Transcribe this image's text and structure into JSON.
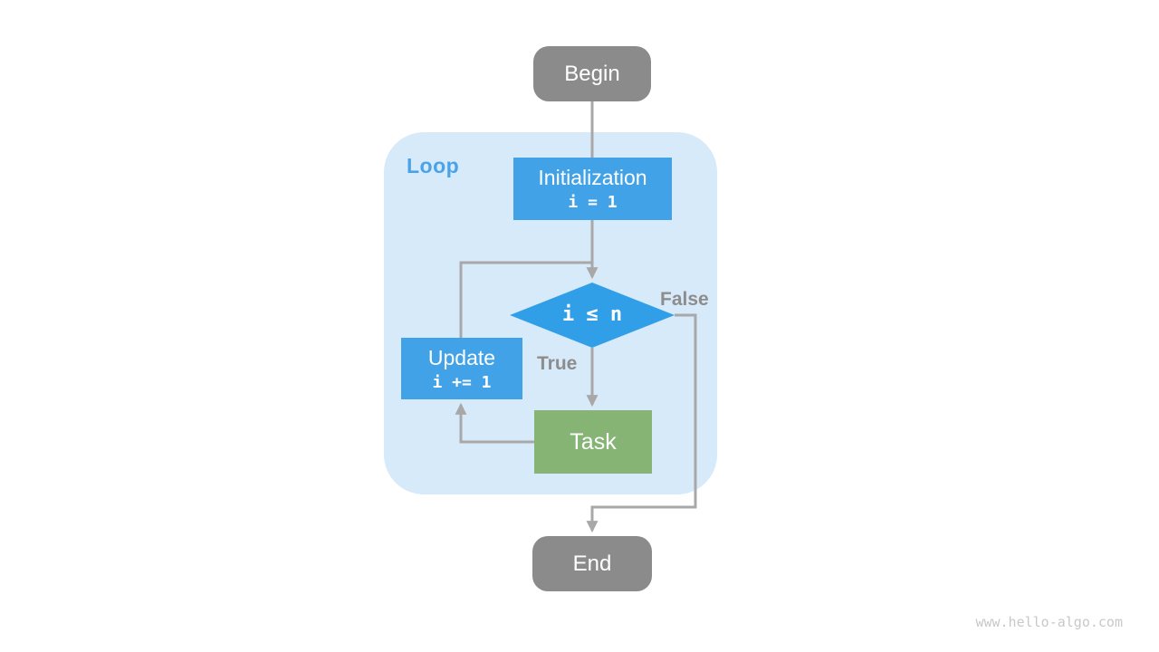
{
  "flowchart": {
    "container_label": "Loop",
    "nodes": {
      "begin": {
        "label": "Begin",
        "shape": "rounded-terminal",
        "color": "#8b8b8b"
      },
      "initialization": {
        "title": "Initialization",
        "code": "i = 1",
        "shape": "rect",
        "color": "#41a2e8"
      },
      "condition": {
        "expr": "i ≤ n",
        "shape": "diamond",
        "color": "#319fe8"
      },
      "update": {
        "title": "Update",
        "code": "i += 1",
        "shape": "rect",
        "color": "#41a2e8"
      },
      "task": {
        "label": "Task",
        "shape": "rect",
        "color": "#85b474"
      },
      "end": {
        "label": "End",
        "shape": "rounded-terminal",
        "color": "#8b8b8b"
      }
    },
    "branches": {
      "true_label": "True",
      "false_label": "False"
    },
    "edges": [
      {
        "from": "begin",
        "to": "initialization"
      },
      {
        "from": "initialization",
        "to": "condition"
      },
      {
        "from": "condition",
        "to": "task",
        "label": "True"
      },
      {
        "from": "task",
        "to": "update"
      },
      {
        "from": "update",
        "to": "condition"
      },
      {
        "from": "condition",
        "to": "end",
        "label": "False"
      }
    ],
    "colors": {
      "container_bg": "#d7eafa",
      "loop_label": "#4aa3e9",
      "line": "#a8a8a8",
      "branch_label": "#8d8d8d",
      "node_blue": "#41a2e8",
      "node_green": "#85b474",
      "node_gray": "#8b8b8b"
    }
  },
  "watermark": "www.hello-algo.com"
}
